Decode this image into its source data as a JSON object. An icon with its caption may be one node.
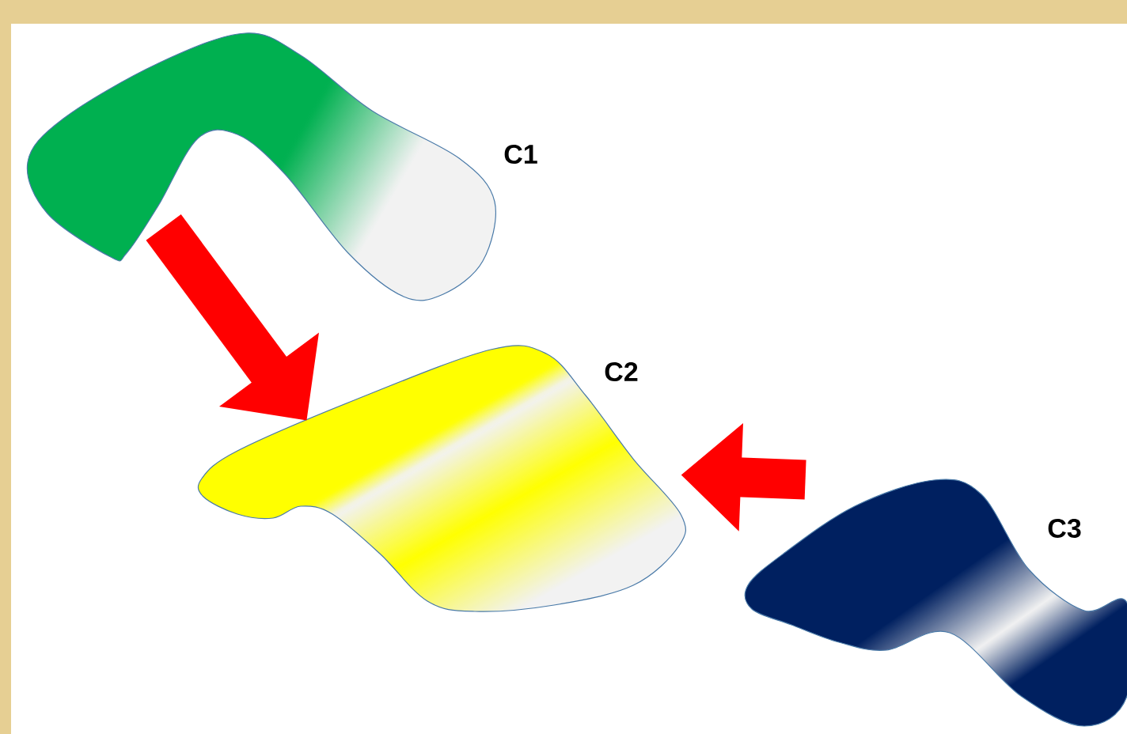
{
  "diagram": {
    "nodes": [
      {
        "text": [],
        "shape": "blob",
        "beside": [
          "C1"
        ]
      },
      {
        "text": [],
        "shape": "blob",
        "beside": [
          "C2"
        ]
      },
      {
        "text": [],
        "shape": "blob",
        "beside": [
          "C3"
        ]
      }
    ],
    "edges": [
      {
        "from": 0,
        "to": 1,
        "arrow": "to"
      },
      {
        "from": 2,
        "to": 1,
        "arrow": "to"
      }
    ]
  }
}
